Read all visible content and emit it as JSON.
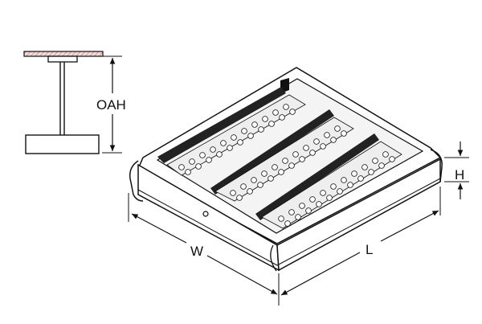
{
  "labels": {
    "oah": "OAH",
    "height": "H",
    "width": "W",
    "length": "L"
  },
  "colors": {
    "line": "#111111",
    "ceiling": "#d9a0a0",
    "panel": "#222222",
    "socket": "#cfcfcf"
  },
  "icons": {
    "mount": "pendant-mount-icon",
    "fixture": "led-high-bay-fixture-icon"
  }
}
